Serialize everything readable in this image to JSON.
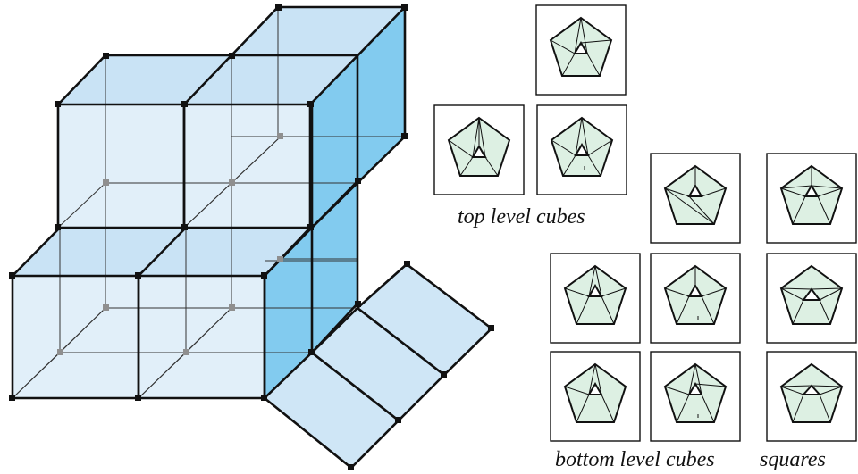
{
  "captions": {
    "top": "top level cubes",
    "bottom": "bottom level cubes",
    "squares": "squares"
  },
  "colors": {
    "cube_face": "#dcecf8",
    "cube_top": "#c9e3f5",
    "blue_wall": "#82cbef",
    "square_fill": "#cfe6f6",
    "pentagon_fill": "#ddf0e3",
    "hidden_vertex": "#8f8f8f",
    "edge": "#111111"
  }
}
